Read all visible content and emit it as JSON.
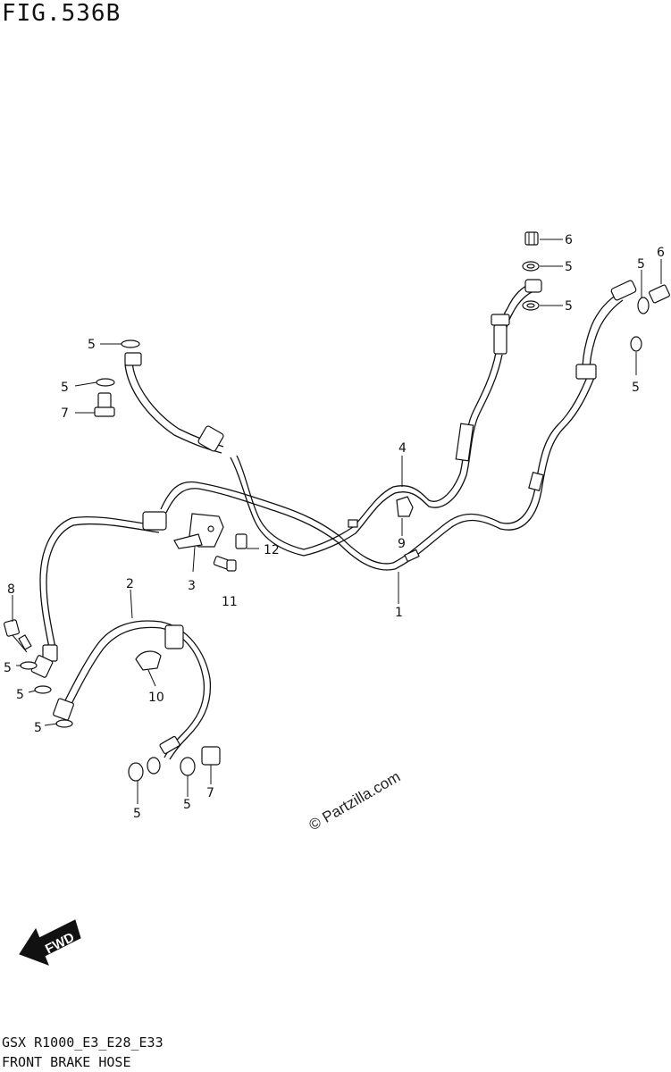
{
  "figure": {
    "title": "FIG.536B",
    "footer_code": "GSX R1000_E3_E28_E33",
    "footer_name": "FRONT BRAKE HOSE",
    "watermark": "© Partzilla.com",
    "fwd_label": "FWD"
  },
  "callouts": [
    {
      "id": "c6a",
      "label": "6"
    },
    {
      "id": "c5a",
      "label": "5"
    },
    {
      "id": "c5b",
      "label": "5"
    },
    {
      "id": "c6b",
      "label": "6"
    },
    {
      "id": "c5c",
      "label": "5"
    },
    {
      "id": "c5d",
      "label": "5"
    },
    {
      "id": "c5e",
      "label": "5"
    },
    {
      "id": "c5f",
      "label": "5"
    },
    {
      "id": "c7a",
      "label": "7"
    },
    {
      "id": "c4",
      "label": "4"
    },
    {
      "id": "c9",
      "label": "9"
    },
    {
      "id": "c12",
      "label": "12"
    },
    {
      "id": "c3",
      "label": "3"
    },
    {
      "id": "c11",
      "label": "11"
    },
    {
      "id": "c1",
      "label": "1"
    },
    {
      "id": "c8",
      "label": "8"
    },
    {
      "id": "c2",
      "label": "2"
    },
    {
      "id": "c5g",
      "label": "5"
    },
    {
      "id": "c5h",
      "label": "5"
    },
    {
      "id": "c5i",
      "label": "5"
    },
    {
      "id": "c10",
      "label": "10"
    },
    {
      "id": "c5j",
      "label": "5"
    },
    {
      "id": "c5k",
      "label": "5"
    },
    {
      "id": "c7b",
      "label": "7"
    }
  ]
}
